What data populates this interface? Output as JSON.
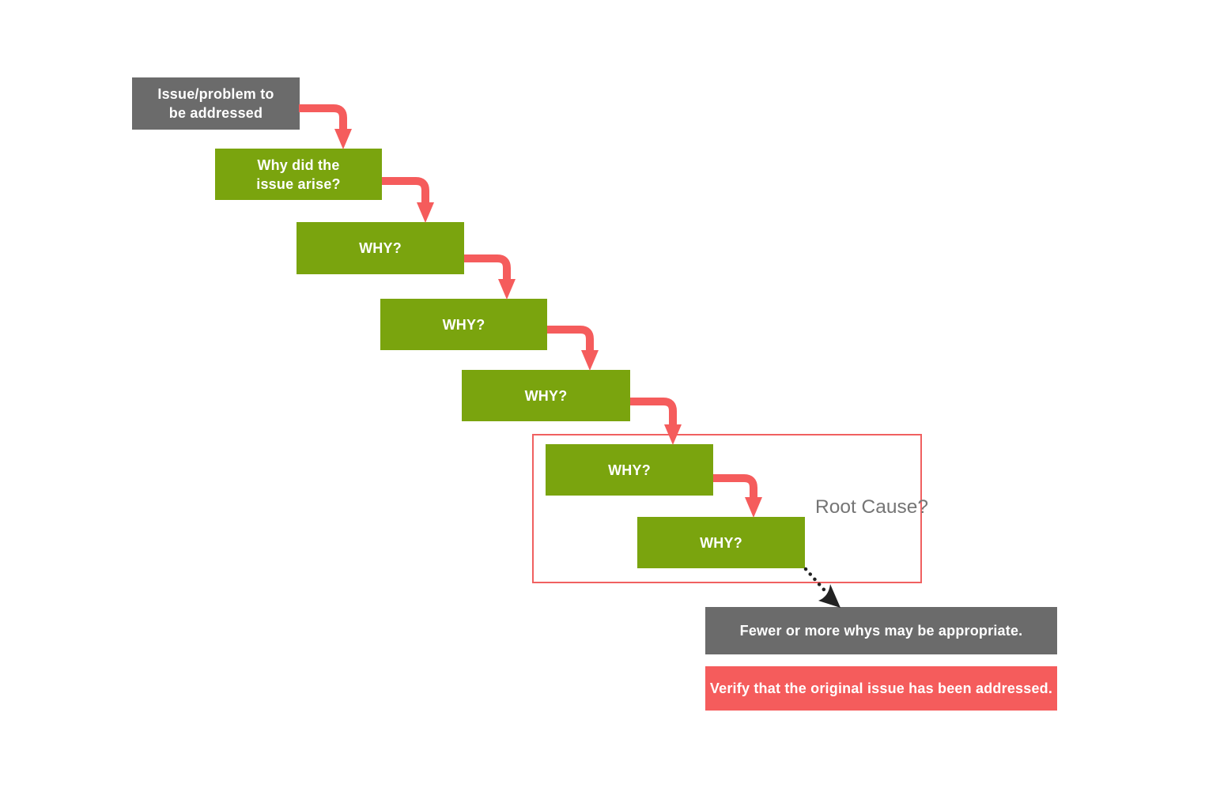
{
  "diagram": {
    "issue_box": {
      "label": "Issue/problem to\nbe addressed"
    },
    "why_arise_box": {
      "label": "Why did the\nissue arise?"
    },
    "why_boxes": [
      {
        "label": "WHY?"
      },
      {
        "label": "WHY?"
      },
      {
        "label": "WHY?"
      },
      {
        "label": "WHY?"
      },
      {
        "label": "WHY?"
      }
    ],
    "root_cause": {
      "label": "Root Cause?"
    },
    "note_box": {
      "label": "Fewer or more whys may be appropriate."
    },
    "verify_box": {
      "label": "Verify that the original issue has been addressed."
    },
    "colors": {
      "background": "#ffffff",
      "green": "#7aa40e",
      "gray": "#6b6b6b",
      "red": "#f55c5c",
      "outline": "#f06060",
      "connector": "#f55c5c",
      "root_cause_text": "#757575",
      "dotted_arrow": "#222222"
    }
  }
}
